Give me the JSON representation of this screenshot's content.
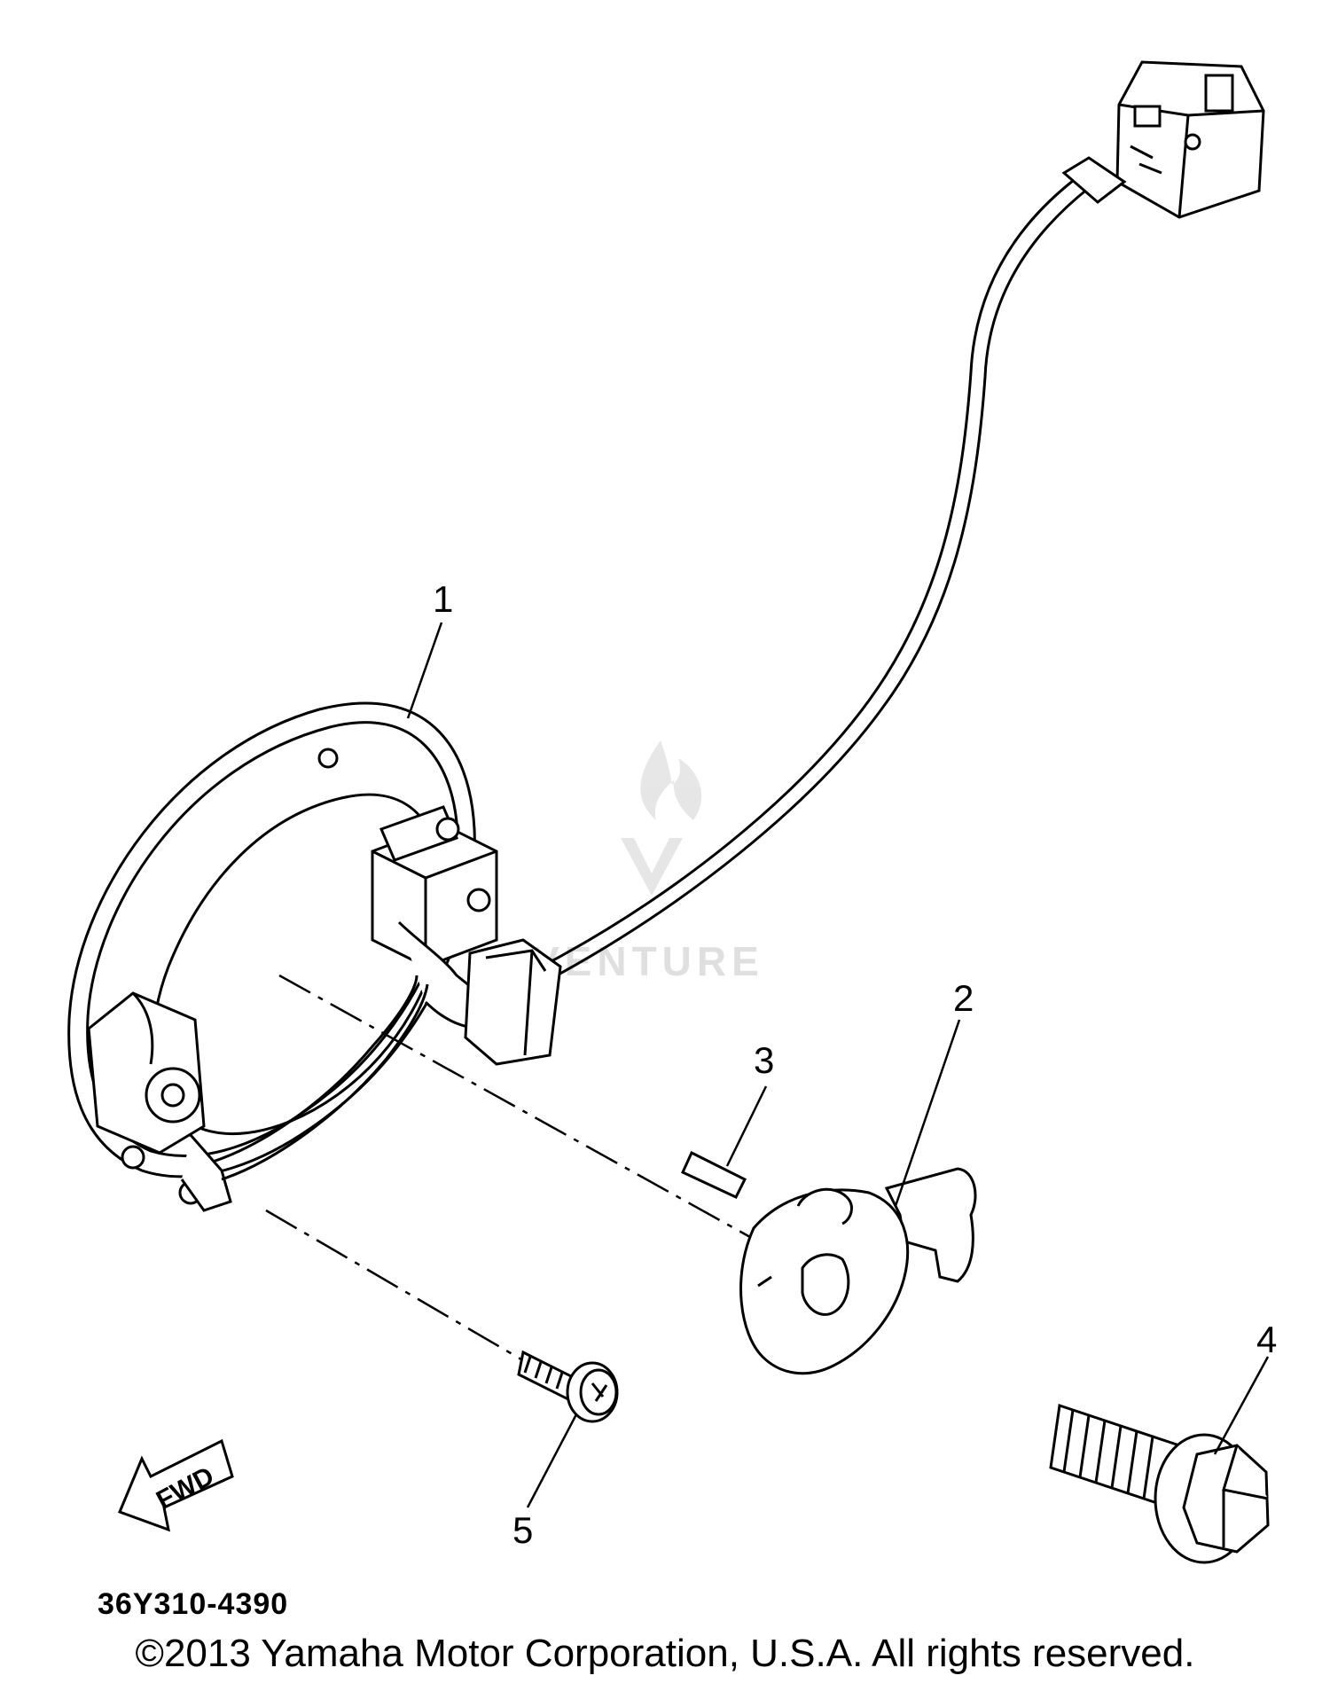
{
  "diagram": {
    "callouts": [
      "1",
      "2",
      "3",
      "4",
      "5"
    ],
    "part_number": "36Y310-4390",
    "direction_arrow_label": "FWD",
    "watermark_text": "VENTURE"
  },
  "footer": {
    "copyright": "©2013 Yamaha Motor Corporation, U.S.A. All rights reserved."
  },
  "colors": {
    "line": "#000000",
    "background": "#ffffff",
    "watermark": "#dcdcdc"
  }
}
